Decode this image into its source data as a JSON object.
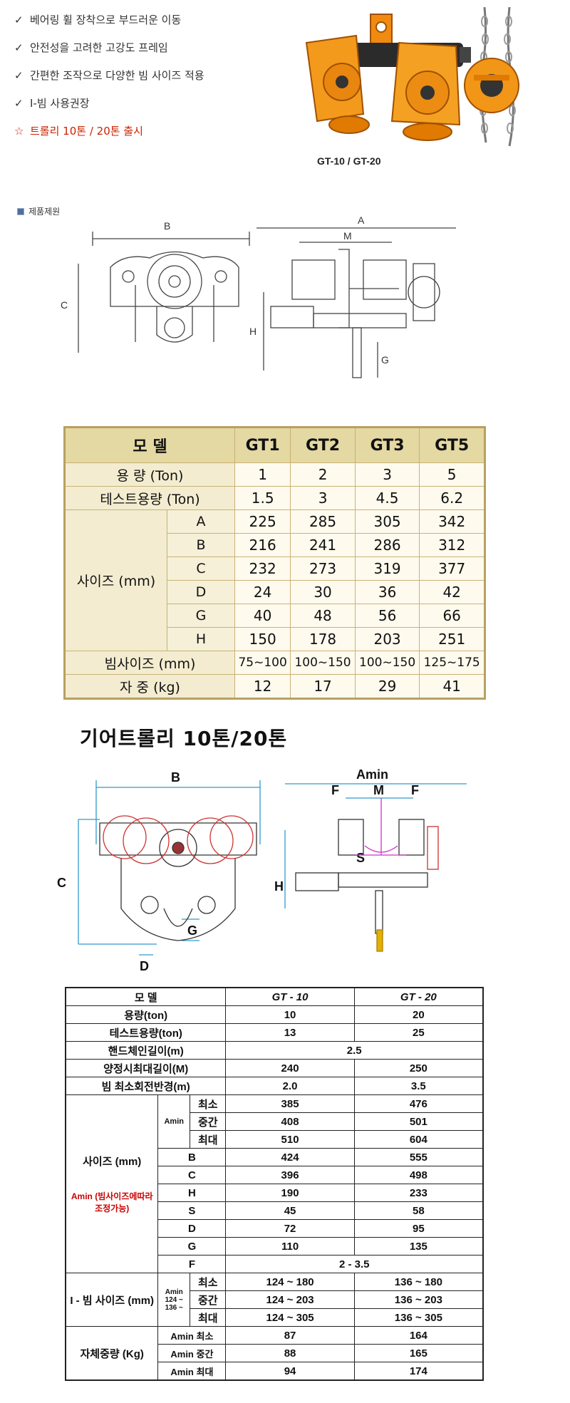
{
  "features": [
    {
      "mark": "✓",
      "text": "베어링 휠 장착으로 부드러운 이동"
    },
    {
      "mark": "✓",
      "text": "안전성을 고려한 고강도 프레임"
    },
    {
      "mark": "✓",
      "text": "간편한 조작으로 다양한 빔 사이즈 적용"
    },
    {
      "mark": "✓",
      "text": "I-빔 사용권장"
    },
    {
      "mark": "☆",
      "text": "트롤리 10톤 / 20톤 출시"
    }
  ],
  "product_caption": "GT-10 / GT-20",
  "spec_heading": "제품제원",
  "drawing1_labels": {
    "b": "B",
    "a": "A",
    "m": "M",
    "c": "C",
    "h": "H",
    "g": "G"
  },
  "table1": {
    "header": [
      "모 델",
      "GT1",
      "GT2",
      "GT3",
      "GT5"
    ],
    "capacity": {
      "label": "용 량 (Ton)",
      "values": [
        "1",
        "2",
        "3",
        "5"
      ]
    },
    "test": {
      "label": "테스트용량 (Ton)",
      "values": [
        "1.5",
        "3",
        "4.5",
        "6.2"
      ]
    },
    "size_label": "사이즈 (mm)",
    "size_rows": [
      {
        "label": "A",
        "values": [
          "225",
          "285",
          "305",
          "342"
        ]
      },
      {
        "label": "B",
        "values": [
          "216",
          "241",
          "286",
          "312"
        ]
      },
      {
        "label": "C",
        "values": [
          "232",
          "273",
          "319",
          "377"
        ]
      },
      {
        "label": "D",
        "values": [
          "24",
          "30",
          "36",
          "42"
        ]
      },
      {
        "label": "G",
        "values": [
          "40",
          "48",
          "56",
          "66"
        ]
      },
      {
        "label": "H",
        "values": [
          "150",
          "178",
          "203",
          "251"
        ]
      }
    ],
    "beam": {
      "label": "빔사이즈 (mm)",
      "values": [
        "75~100",
        "100~150",
        "100~150",
        "125~175"
      ]
    },
    "weight": {
      "label": "자 중 (kg)",
      "values": [
        "12",
        "17",
        "29",
        "41"
      ]
    }
  },
  "title2": "기어트롤리 10톤/20톤",
  "drawing2_labels": {
    "b": "B",
    "c": "C",
    "g": "G",
    "d": "D",
    "amin": "Amin",
    "f1": "F",
    "m": "M",
    "f2": "F",
    "s": "S",
    "h": "H"
  },
  "table2": {
    "header": [
      "모 델",
      "GT - 10",
      "GT - 20"
    ],
    "rows_top": [
      {
        "label": "용량(ton)",
        "values": [
          "10",
          "20"
        ]
      },
      {
        "label": "테스트용량(ton)",
        "values": [
          "13",
          "25"
        ]
      }
    ],
    "hand_chain": {
      "label": "핸드체인길이(m)",
      "value": "2.5"
    },
    "rows_mid": [
      {
        "label": "양정시최대길이(M)",
        "values": [
          "240",
          "250"
        ]
      },
      {
        "label": "빔 최소회전반경(m)",
        "values": [
          "2.0",
          "3.5"
        ]
      }
    ],
    "size_label": "사이즈 (mm)",
    "size_note": "Amin (빔사이즈에따라 조정가능)",
    "amin": "Amin",
    "amin_rows": [
      {
        "label": "최소",
        "values": [
          "385",
          "476"
        ]
      },
      {
        "label": "중간",
        "values": [
          "408",
          "501"
        ]
      },
      {
        "label": "최대",
        "values": [
          "510",
          "604"
        ]
      }
    ],
    "size_rows": [
      {
        "label": "B",
        "values": [
          "424",
          "555"
        ]
      },
      {
        "label": "C",
        "values": [
          "396",
          "498"
        ]
      },
      {
        "label": "H",
        "values": [
          "190",
          "233"
        ]
      },
      {
        "label": "S",
        "values": [
          "45",
          "58"
        ]
      },
      {
        "label": "D",
        "values": [
          "72",
          "95"
        ]
      },
      {
        "label": "G",
        "values": [
          "110",
          "135"
        ]
      }
    ],
    "f_row": {
      "label": "F",
      "value": "2 - 3.5"
    },
    "beam_label": "I - 빔 사이즈 (mm)",
    "beam_sub": "Amin 124 ~ 136 ~",
    "beam_rows": [
      {
        "label": "최소",
        "values": [
          "124 ~ 180",
          "136 ~ 180"
        ]
      },
      {
        "label": "중간",
        "values": [
          "124 ~ 203",
          "136 ~ 203"
        ]
      },
      {
        "label": "최대",
        "values": [
          "124 ~ 305",
          "136 ~ 305"
        ]
      }
    ],
    "weight_label": "자체중량 (Kg)",
    "weight_rows": [
      {
        "label": "Amin 최소",
        "values": [
          "87",
          "164"
        ]
      },
      {
        "label": "Amin 중간",
        "values": [
          "88",
          "165"
        ]
      },
      {
        "label": "Amin 최대",
        "values": [
          "94",
          "174"
        ]
      }
    ]
  }
}
